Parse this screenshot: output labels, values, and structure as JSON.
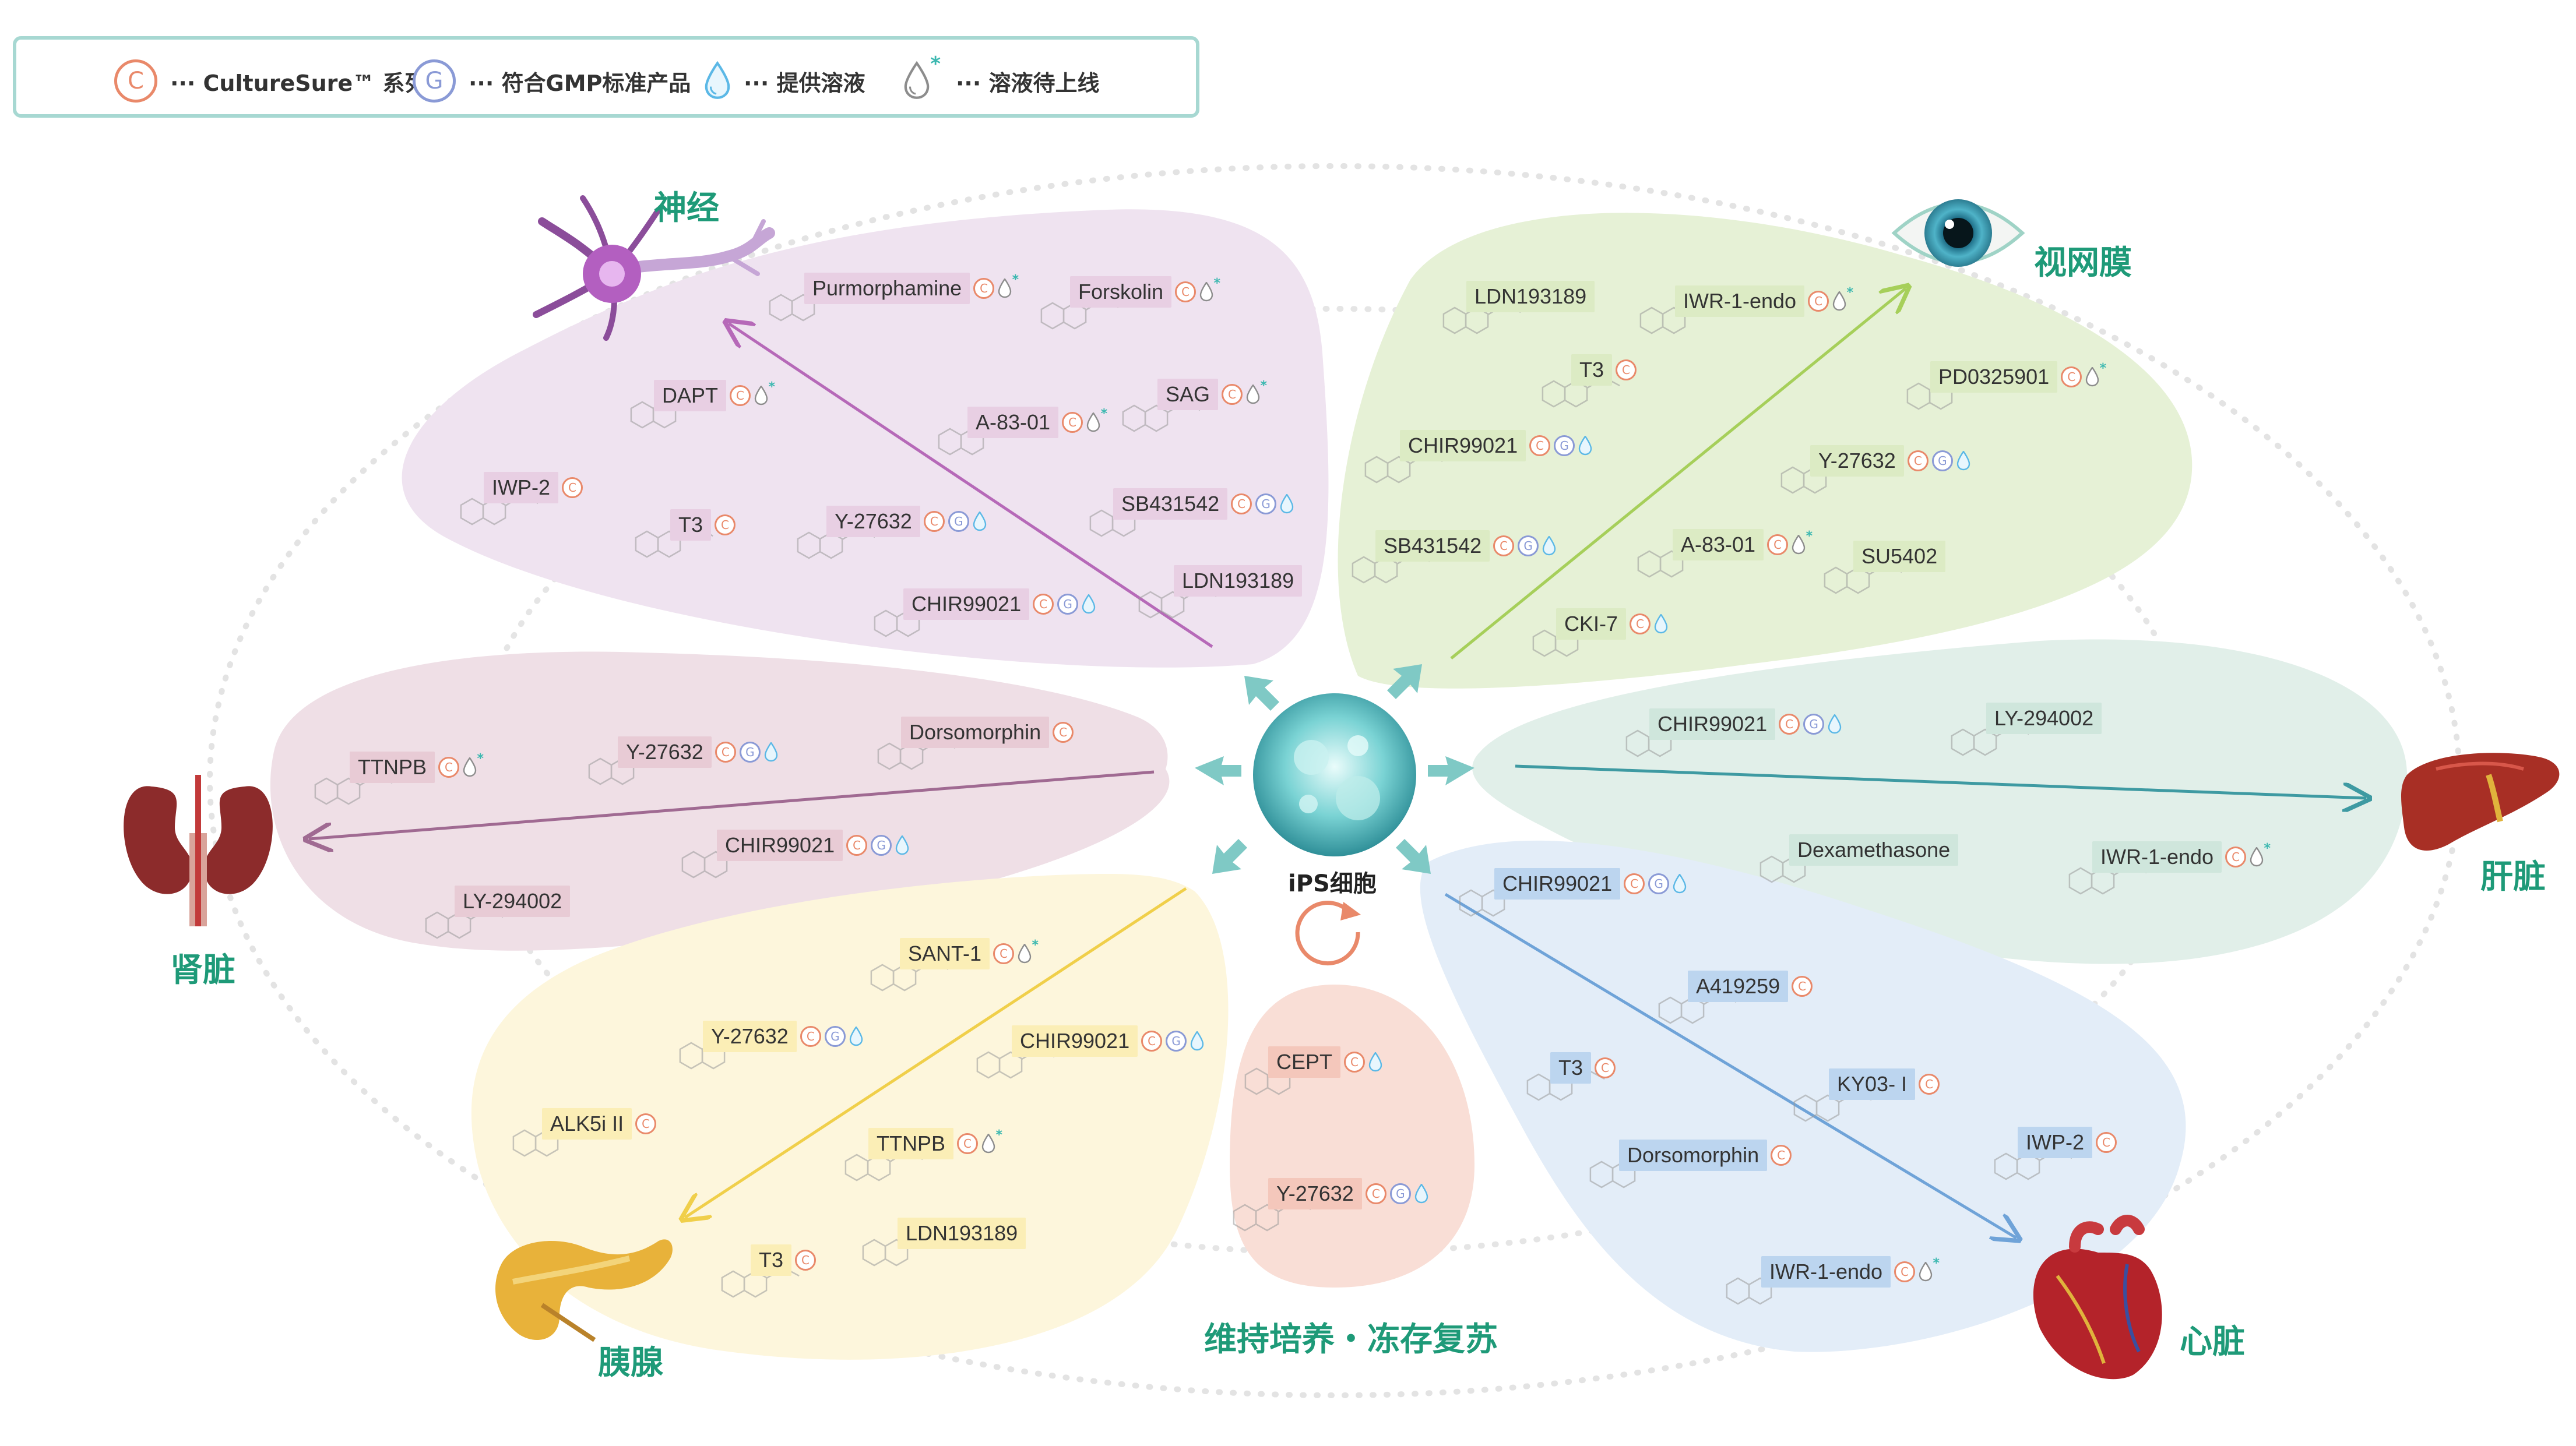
{
  "legend": {
    "items": [
      {
        "icon": "C",
        "text": "··· CultureSure™ 系列",
        "kind": "c"
      },
      {
        "icon": "G",
        "text": "··· 符合GMP标准产品",
        "kind": "g"
      },
      {
        "icon": "drop",
        "text": "··· 提供溶液",
        "kind": "drop"
      },
      {
        "icon": "drop-star",
        "text": "··· 溶液待上线",
        "kind": "dropstar"
      }
    ]
  },
  "center": {
    "label": "iPS细胞"
  },
  "maintenance": {
    "label": "维持培养・冻存复苏"
  },
  "colors": {
    "green_text": "#1e9a78",
    "c_badge": "#e9896a",
    "g_badge": "#8a9ad6",
    "drop": "#5bb8e6",
    "neural_bg": "#efe3f0",
    "retina_bg": "#e6f1d6",
    "liver_bg": "#e1efe9",
    "heart_bg": "#e3edf8",
    "kidney_bg": "#efdfe6",
    "pancreas_bg": "#fdf6dc",
    "maint_bg": "#f9ded6"
  },
  "organs": {
    "neural": {
      "label": "神经"
    },
    "retina": {
      "label": "视网膜"
    },
    "liver": {
      "label": "肝脏"
    },
    "heart": {
      "label": "心脏"
    },
    "kidney": {
      "label": "肾脏"
    },
    "pancreas": {
      "label": "胰腺"
    }
  },
  "compounds": [
    {
      "id": "n1",
      "label": "Purmorphamine",
      "badges": [
        "c",
        "dropstar"
      ],
      "group": "neural"
    },
    {
      "id": "n2",
      "label": "Forskolin",
      "badges": [
        "c",
        "dropstar"
      ],
      "group": "neural"
    },
    {
      "id": "n3",
      "label": "DAPT",
      "badges": [
        "c",
        "dropstar"
      ],
      "group": "neural"
    },
    {
      "id": "n4",
      "label": "SAG",
      "badges": [
        "c",
        "dropstar"
      ],
      "group": "neural"
    },
    {
      "id": "n5",
      "label": "A-83-01",
      "badges": [
        "c",
        "dropstar"
      ],
      "group": "neural"
    },
    {
      "id": "n6",
      "label": "IWP-2",
      "badges": [
        "c"
      ],
      "group": "neural"
    },
    {
      "id": "n7",
      "label": "T3",
      "badges": [
        "c"
      ],
      "group": "neural"
    },
    {
      "id": "n8",
      "label": "Y-27632",
      "badges": [
        "c",
        "g",
        "drop"
      ],
      "group": "neural"
    },
    {
      "id": "n9",
      "label": "SB431542",
      "badges": [
        "c",
        "g",
        "drop"
      ],
      "group": "neural"
    },
    {
      "id": "n10",
      "label": "LDN193189",
      "badges": [],
      "group": "neural"
    },
    {
      "id": "n11",
      "label": "CHIR99021",
      "badges": [
        "c",
        "g",
        "drop"
      ],
      "group": "neural"
    },
    {
      "id": "r1",
      "label": "LDN193189",
      "badges": [],
      "group": "retina"
    },
    {
      "id": "r2",
      "label": "IWR-1-endo",
      "badges": [
        "c",
        "dropstar"
      ],
      "group": "retina"
    },
    {
      "id": "r3",
      "label": "T3",
      "badges": [
        "c"
      ],
      "group": "retina"
    },
    {
      "id": "r4",
      "label": "PD0325901",
      "badges": [
        "c",
        "dropstar"
      ],
      "group": "retina"
    },
    {
      "id": "r5",
      "label": "CHIR99021",
      "badges": [
        "c",
        "g",
        "drop"
      ],
      "group": "retina"
    },
    {
      "id": "r6",
      "label": "Y-27632",
      "badges": [
        "c",
        "g",
        "drop"
      ],
      "group": "retina"
    },
    {
      "id": "r7",
      "label": "SB431542",
      "badges": [
        "c",
        "g",
        "drop"
      ],
      "group": "retina"
    },
    {
      "id": "r8",
      "label": "A-83-01",
      "badges": [
        "c",
        "dropstar"
      ],
      "group": "retina"
    },
    {
      "id": "r9",
      "label": "SU5402",
      "badges": [],
      "group": "retina"
    },
    {
      "id": "r10",
      "label": "CKI-7",
      "badges": [
        "c",
        "drop"
      ],
      "group": "retina"
    },
    {
      "id": "k1",
      "label": "TTNPB",
      "badges": [
        "c",
        "dropstar"
      ],
      "group": "kidney"
    },
    {
      "id": "k2",
      "label": "Y-27632",
      "badges": [
        "c",
        "g",
        "drop"
      ],
      "group": "kidney"
    },
    {
      "id": "k3",
      "label": "Dorsomorphin",
      "badges": [
        "c"
      ],
      "group": "kidney"
    },
    {
      "id": "k4",
      "label": "CHIR99021",
      "badges": [
        "c",
        "g",
        "drop"
      ],
      "group": "kidney"
    },
    {
      "id": "k5",
      "label": "LY-294002",
      "badges": [],
      "group": "kidney"
    },
    {
      "id": "l1",
      "label": "CHIR99021",
      "badges": [
        "c",
        "g",
        "drop"
      ],
      "group": "liver"
    },
    {
      "id": "l2",
      "label": "LY-294002",
      "badges": [],
      "group": "liver"
    },
    {
      "id": "l3",
      "label": "Dexamethasone",
      "badges": [],
      "group": "liver"
    },
    {
      "id": "l4",
      "label": "IWR-1-endo",
      "badges": [
        "c",
        "dropstar"
      ],
      "group": "liver"
    },
    {
      "id": "h1",
      "label": "CHIR99021",
      "badges": [
        "c",
        "g",
        "drop"
      ],
      "group": "heart"
    },
    {
      "id": "h2",
      "label": "A419259",
      "badges": [
        "c"
      ],
      "group": "heart"
    },
    {
      "id": "h3",
      "label": "T3",
      "badges": [
        "c"
      ],
      "group": "heart"
    },
    {
      "id": "h4",
      "label": "KY03- I",
      "badges": [
        "c"
      ],
      "group": "heart"
    },
    {
      "id": "h5",
      "label": "Dorsomorphin",
      "badges": [
        "c"
      ],
      "group": "heart"
    },
    {
      "id": "h6",
      "label": "IWP-2",
      "badges": [
        "c"
      ],
      "group": "heart"
    },
    {
      "id": "h7",
      "label": "IWR-1-endo",
      "badges": [
        "c",
        "dropstar"
      ],
      "group": "heart"
    },
    {
      "id": "p1",
      "label": "SANT-1",
      "badges": [
        "c",
        "dropstar"
      ],
      "group": "pancreas"
    },
    {
      "id": "p2",
      "label": "Y-27632",
      "badges": [
        "c",
        "g",
        "drop"
      ],
      "group": "pancreas"
    },
    {
      "id": "p3",
      "label": "CHIR99021",
      "badges": [
        "c",
        "g",
        "drop"
      ],
      "group": "pancreas"
    },
    {
      "id": "p4",
      "label": "ALK5i II",
      "badges": [
        "c"
      ],
      "group": "pancreas"
    },
    {
      "id": "p5",
      "label": "TTNPB",
      "badges": [
        "c",
        "dropstar"
      ],
      "group": "pancreas"
    },
    {
      "id": "p6",
      "label": "LDN193189",
      "badges": [],
      "group": "pancreas"
    },
    {
      "id": "p7",
      "label": "T3",
      "badges": [
        "c"
      ],
      "group": "pancreas"
    },
    {
      "id": "m1",
      "label": "CEPT",
      "badges": [
        "c",
        "drop"
      ],
      "group": "maint"
    },
    {
      "id": "m2",
      "label": "Y-27632",
      "badges": [
        "c",
        "g",
        "drop"
      ],
      "group": "maint"
    }
  ]
}
